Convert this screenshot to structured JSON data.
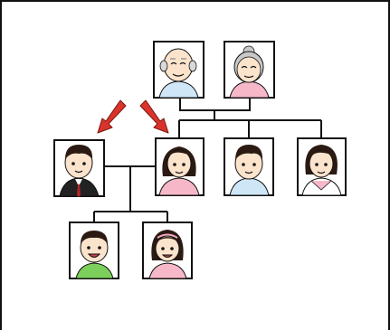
{
  "diagram": {
    "kind": "family-tree",
    "colors": {
      "line": "#111111",
      "arrow": "#d9342b",
      "skin": "#fbe3cc",
      "dark_hair": "#2b1a12",
      "gray_hair": "#c9c9c9",
      "bald_fringe": "#d8d8d8",
      "suit": "#222222",
      "tie": "#b3262a",
      "pink": "#f6b8c8",
      "light_blue": "#cfe6f7",
      "green": "#7ccf5a",
      "white_shirt": "#ffffff"
    },
    "people": [
      {
        "id": "grandfather",
        "icon": "grandfather-portrait-icon"
      },
      {
        "id": "grandmother",
        "icon": "grandmother-portrait-icon"
      },
      {
        "id": "son-in-law",
        "icon": "man-in-suit-portrait-icon"
      },
      {
        "id": "daughter",
        "icon": "woman-pink-portrait-icon"
      },
      {
        "id": "son",
        "icon": "young-man-portrait-icon"
      },
      {
        "id": "daughter-2",
        "icon": "young-woman-portrait-icon"
      },
      {
        "id": "grandson",
        "icon": "boy-portrait-icon"
      },
      {
        "id": "granddaughter",
        "icon": "girl-portrait-icon"
      }
    ],
    "highlight_arrows": [
      "son-in-law",
      "daughter"
    ]
  }
}
